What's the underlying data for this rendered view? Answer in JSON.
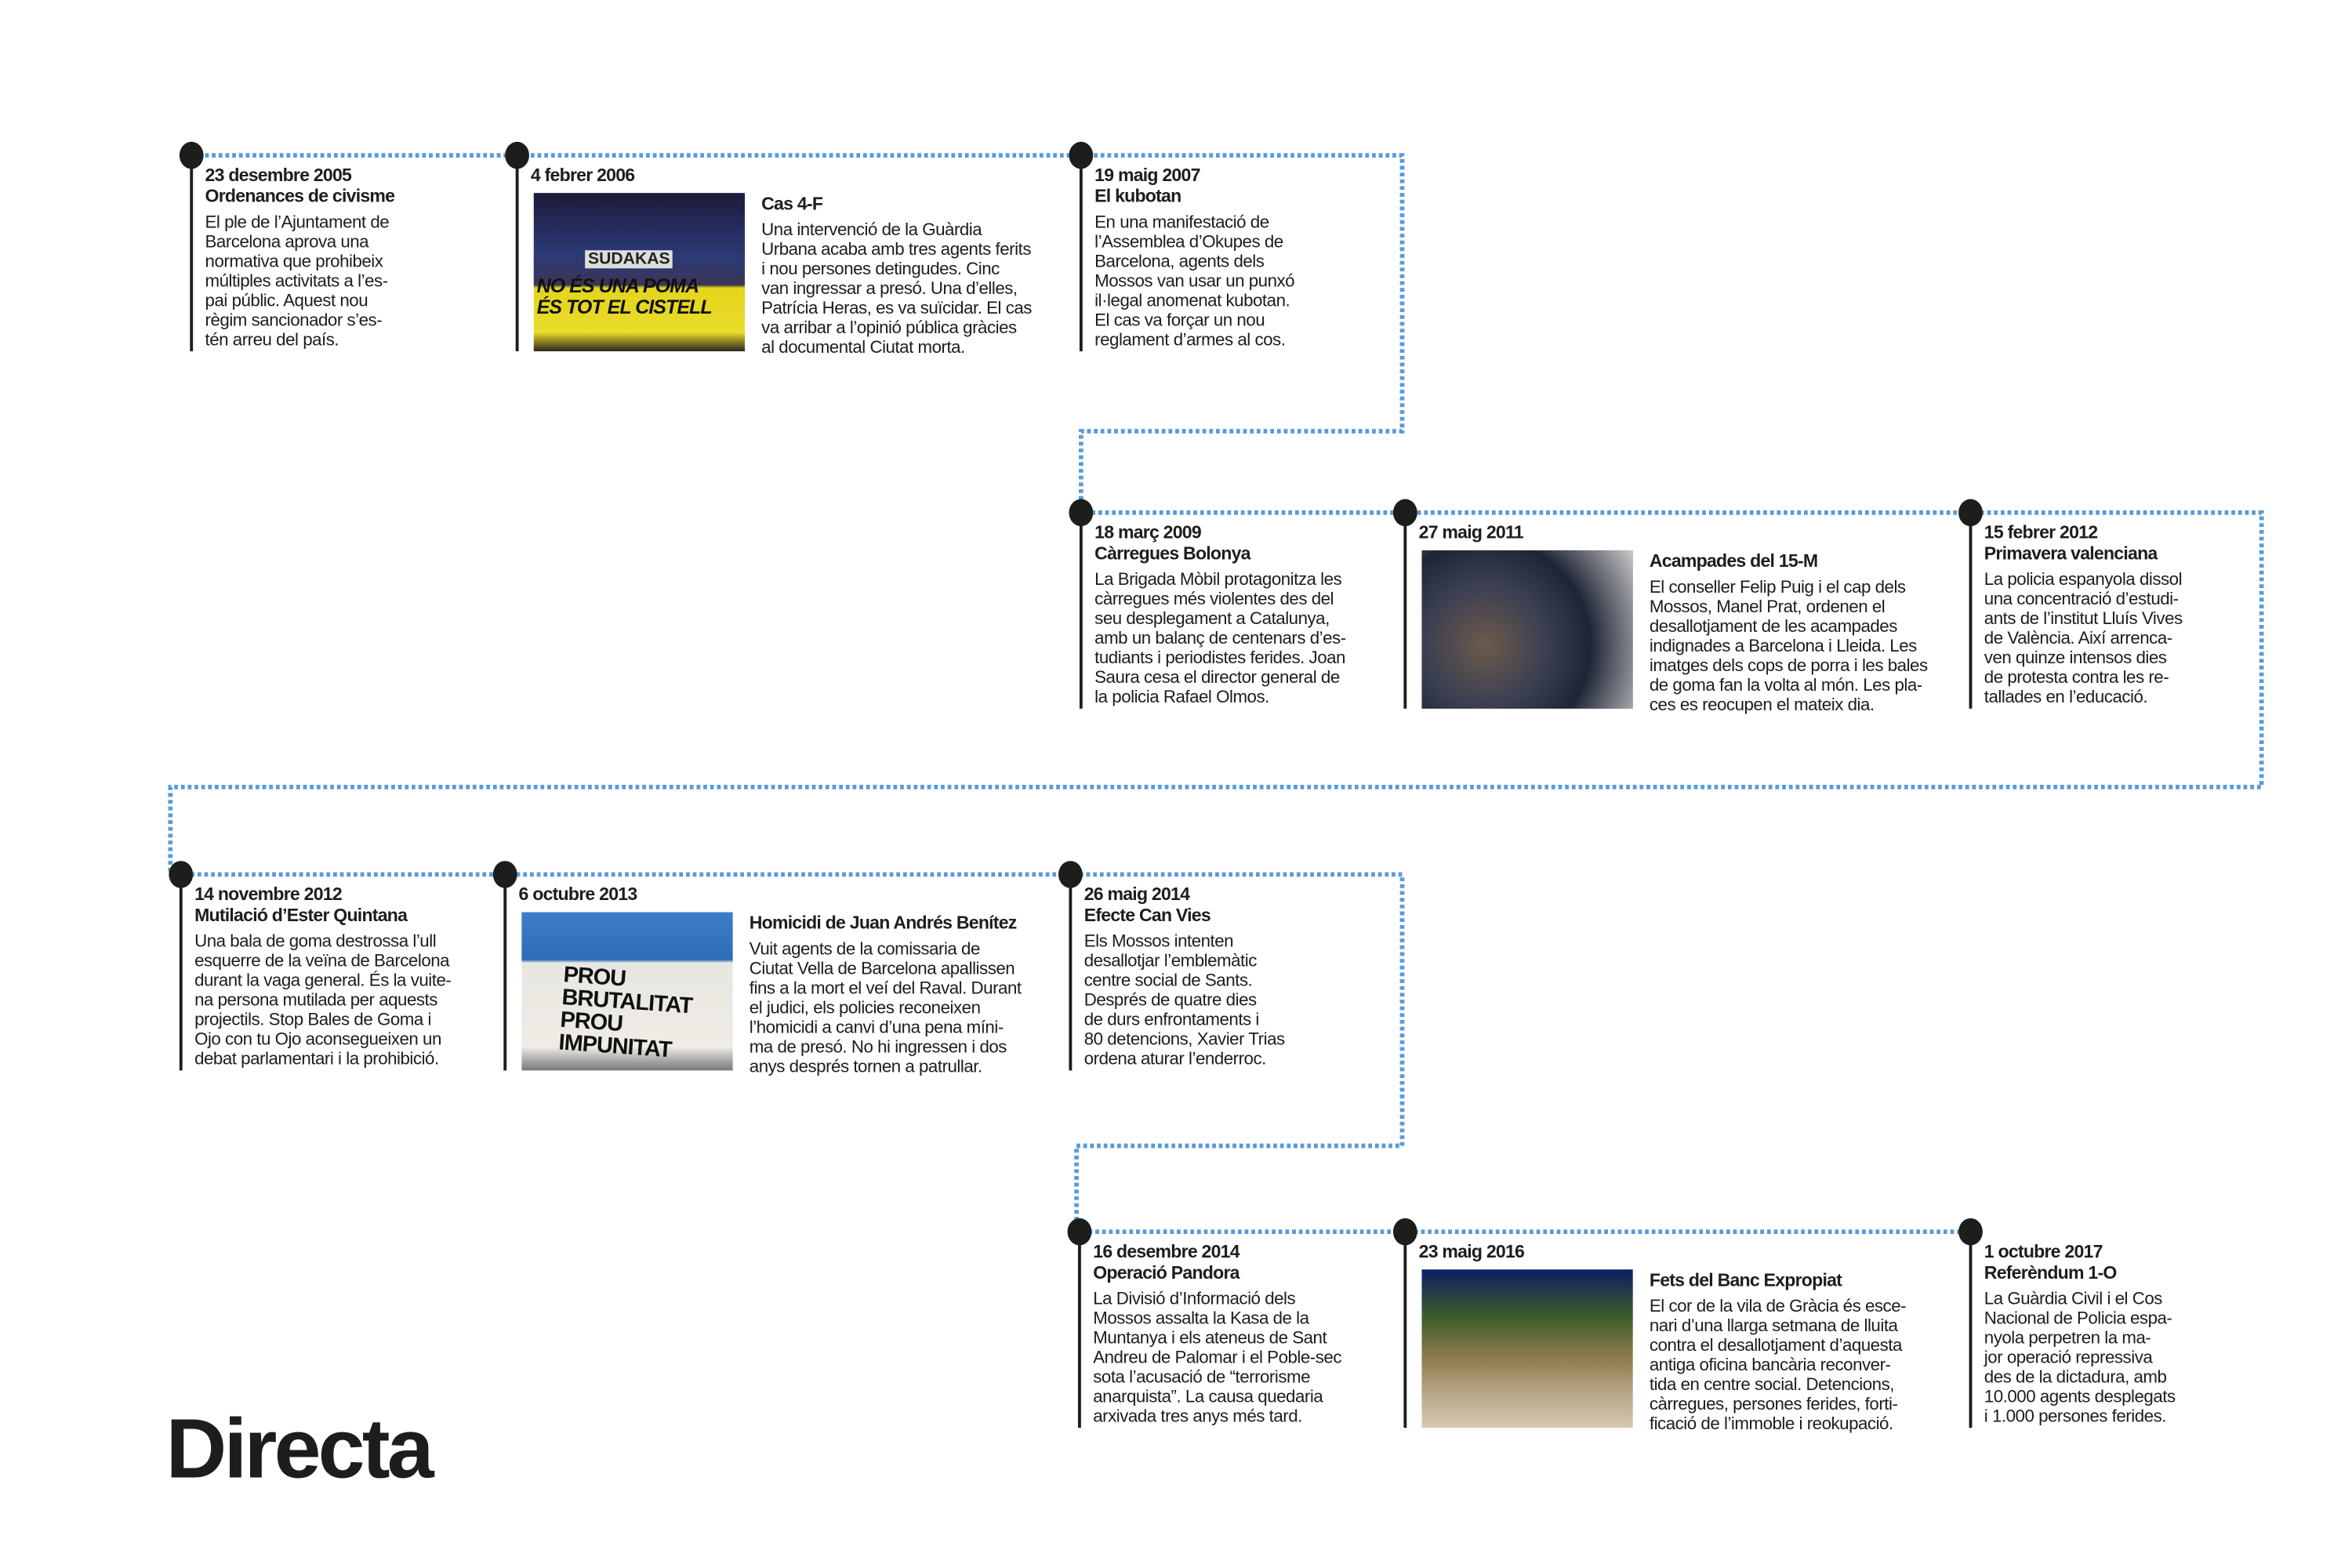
{
  "brand": {
    "logo_text": "Directa"
  },
  "colors": {
    "path": "#5b9bd9",
    "ink": "#1d1d1b"
  },
  "events": [
    {
      "date": "23 desembre 2005",
      "title": "Ordenances de civisme",
      "body": "El ple de l’Ajuntament de\nBarcelona aprova una\nnormativa que prohibeix\nmúltiples activitats a l’es-\npai públic. Aquest nou\nrègim sancionador s’es-\ntén arreu del país."
    },
    {
      "date": "4 febrer 2006",
      "title": "Cas 4-F",
      "body": "Una intervenció de la Guàrdia\nUrbana acaba amb tres agents ferits\ni nou persones detingudes. Cinc\nvan ingressar a presó. Una d’elles,\nPatrícia Heras, es va suïcidar. El cas\nva arribar a l’opinió pública gràcies\nal documental Ciutat morta.",
      "photo_text": "NO ÉS UNA POMA\nÉS TOT EL CISTELL",
      "photo_sign": "SUDAKAS"
    },
    {
      "date": "19 maig 2007",
      "title": "El kubotan",
      "body": "En una manifestació de\nl’Assemblea d’Okupes de\nBarcelona, agents dels\nMossos van usar un punxó\nil·legal anomenat kubotan.\nEl cas va forçar un nou\nreglament d’armes al cos."
    },
    {
      "date": "18 març 2009",
      "title": "Càrregues Bolonya",
      "body": "La Brigada Mòbil protagonitza les\ncàrregues més violentes des del\nseu desplegament a Catalunya,\namb un balanç de centenars d’es-\ntudiants i periodistes ferides. Joan\nSaura cesa el director general de\nla policia Rafael Olmos."
    },
    {
      "date": "27 maig 2011",
      "title": "Acampades del 15-M",
      "body": "El conseller Felip Puig i el cap dels\nMossos, Manel Prat, ordenen el\ndesallotjament de les acampades\nindignades a Barcelona i Lleida. Les\nimatges dels cops de porra i les bales\nde goma fan la volta al món. Les pla-\nces es reocupen el mateix dia."
    },
    {
      "date": "15 febrer 2012",
      "title": "Primavera valenciana",
      "body": "La policia espanyola dissol\nuna concentració d’estudi-\nants de l’institut Lluís Vives\nde València. Així arrenca-\nven quinze intensos dies\nde protesta contra les re-\ntallades en l’educació."
    },
    {
      "date": "14 novembre 2012",
      "title": "Mutilació d’Ester Quintana",
      "body": "Una bala de goma destrossa l’ull\nesquerre de la veïna de Barcelona\ndurant la vaga general. És la vuite-\nna persona mutilada per aquests\nprojectils. Stop Bales de Goma i\nOjo con tu Ojo aconsegueixen un\ndebat parlamentari i la prohibició."
    },
    {
      "date": "6 octubre 2013",
      "title": "Homicidi de Juan Andrés Benítez",
      "body": "Vuit agents de la comissaria de\nCiutat Vella de Barcelona apallissen\nfins a la mort el veí del Raval. Durant\nel judici, els policies reconeixen\nl’homicidi a canvi d’una pena míni-\nma de presó. No hi ingressen i dos\nanys després tornen a patrullar.",
      "photo_text": "PROU BRUTALITAT\nPROU IMPUNITAT"
    },
    {
      "date": "26 maig 2014",
      "title": "Efecte Can Vies",
      "body": "Els Mossos intenten\ndesallotjar l’emblemàtic\ncentre social de Sants.\nDesprés de quatre dies\nde durs enfrontaments i\n80 detencions, Xavier Trias\nordena aturar l’enderroc."
    },
    {
      "date": "16 desembre 2014",
      "title": "Operació Pandora",
      "body": "La Divisió d’Informació dels\nMossos assalta la Kasa de la\nMuntanya i els ateneus de Sant\nAndreu de Palomar i el Poble-sec\nsota l’acusació de “terrorisme\nanarquista”. La causa quedaria\narxivada tres anys més tard."
    },
    {
      "date": "23 maig 2016",
      "title": "Fets del Banc Expropiat",
      "body": "El cor de la vila de Gràcia és esce-\nnari d’una llarga setmana de lluita\ncontra el desallotjament d’aquesta\nantiga oficina bancària reconver-\ntida en centre social. Detencions,\ncàrregues, persones ferides, forti-\nficació de l’immoble i reokupació."
    },
    {
      "date": "1 octubre 2017",
      "title": "Referèndum 1-O",
      "body": "La Guàrdia Civil i el Cos\nNacional de Policia espa-\nnyola perpetren la ma-\njor operació repressiva\ndes de la dictadura, amb\n10.000 agents desplegats\ni 1.000 persones ferides."
    }
  ]
}
